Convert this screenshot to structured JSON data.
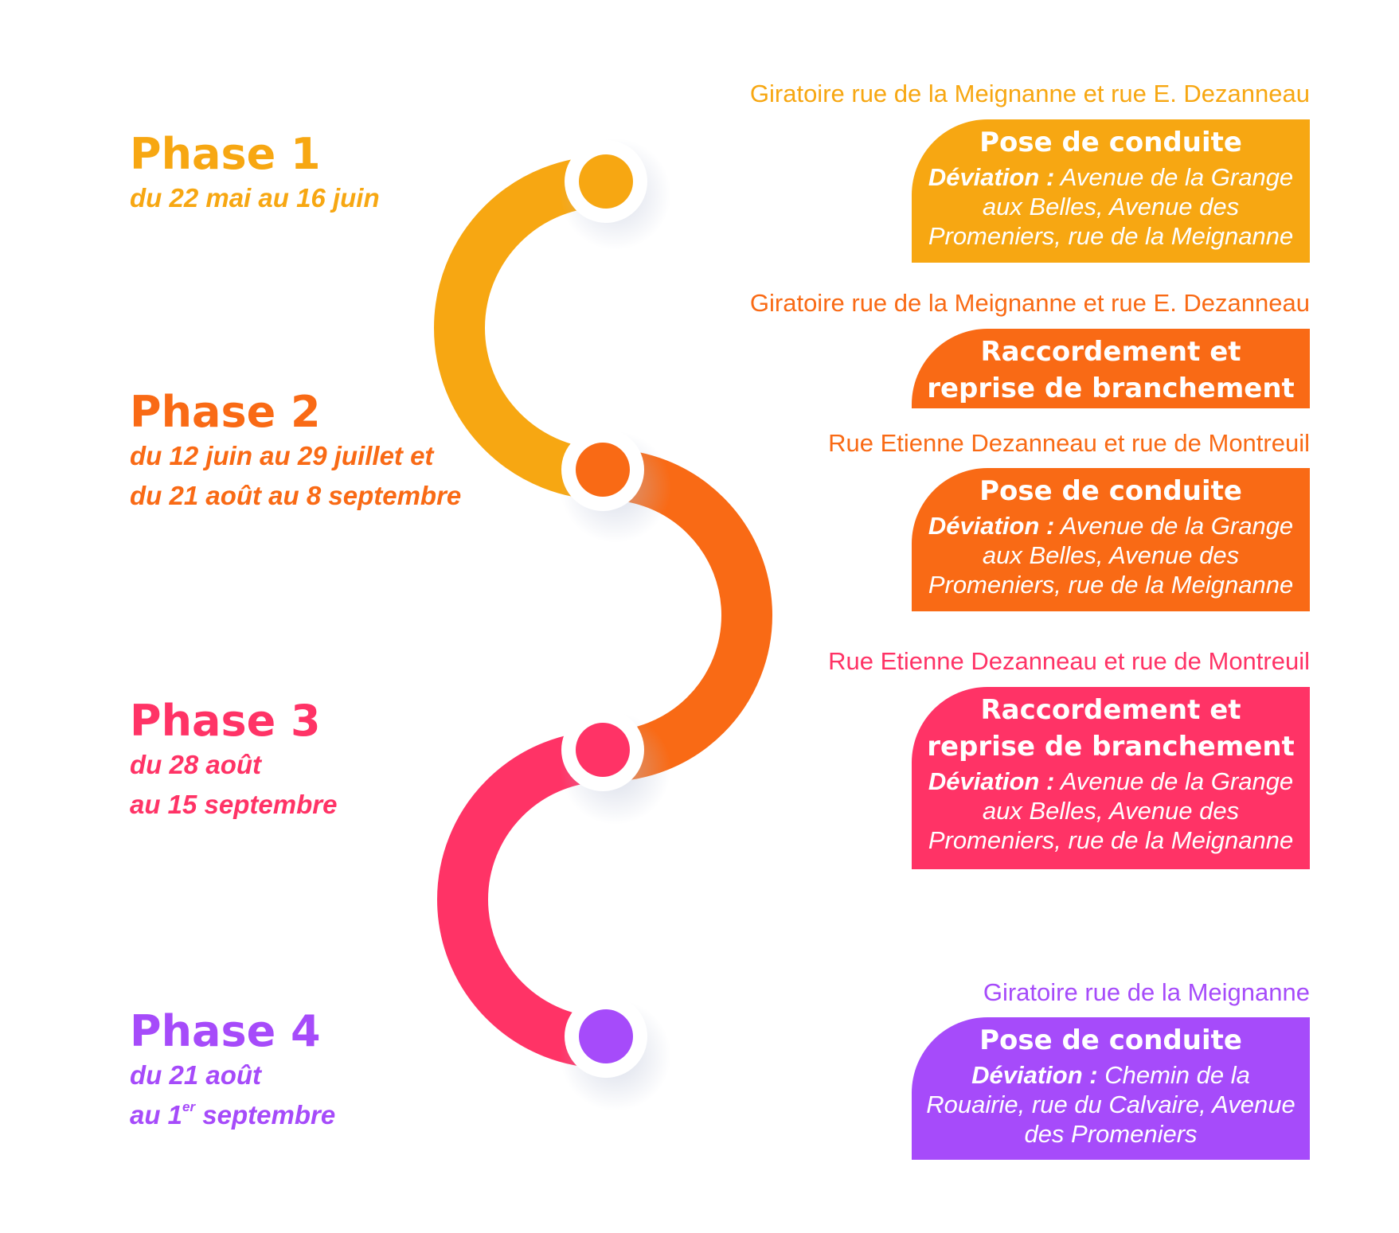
{
  "colors": {
    "phase1": "#F7A712",
    "phase2": "#F96A15",
    "phase3": "#FF3366",
    "phase4": "#A64BFA",
    "node_ring": "#ffffff"
  },
  "phases": [
    {
      "title": "Phase 1",
      "date_lines": [
        "du 22 mai au 16 juin"
      ],
      "color": "#F7A712"
    },
    {
      "title": "Phase 2",
      "date_lines": [
        "du 12 juin au 29 juillet et",
        "du 21 août au 8 septembre"
      ],
      "color": "#F96A15"
    },
    {
      "title": "Phase 3",
      "date_lines": [
        "du 28 août",
        "au 15 septembre"
      ],
      "color": "#FF3366"
    },
    {
      "title": "Phase 4",
      "date_line1": "du 21 août",
      "date_prefix": "au 1",
      "date_sup": "er",
      "date_suffix": " septembre",
      "color": "#A64BFA"
    }
  ],
  "tasks": [
    {
      "location": "Giratoire rue de la Meignanne et rue E. Dezanneau",
      "title": "Pose de conduite",
      "deviation_label": "Déviation :",
      "deviation_text": " Avenue de la Grange aux Belles, Avenue des Promeniers, rue de la Meignanne",
      "color": "#F7A712"
    },
    {
      "location": "Giratoire rue de la Meignanne et rue E. Dezanneau",
      "title": "Raccordement et reprise de branchement",
      "color": "#F96A15"
    },
    {
      "location": "Rue Etienne Dezanneau et rue de Montreuil",
      "title": "Pose de conduite",
      "deviation_label": "Déviation :",
      "deviation_text": " Avenue de la Grange aux Belles, Avenue des Promeniers, rue de la Meignanne",
      "color": "#F96A15"
    },
    {
      "location": "Rue Etienne Dezanneau et rue de Montreuil",
      "title": "Raccordement et reprise de branchement",
      "deviation_label": "Déviation :",
      "deviation_text": " Avenue de la Grange aux Belles, Avenue des Promeniers, rue de la Meignanne",
      "color": "#FF3366"
    },
    {
      "location": "Giratoire rue de la Meignanne",
      "title": "Pose de conduite",
      "deviation_label": "Déviation :",
      "deviation_text": " Chemin de la Rouairie, rue du Calvaire, Avenue des Promeniers",
      "color": "#A64BFA"
    }
  ]
}
